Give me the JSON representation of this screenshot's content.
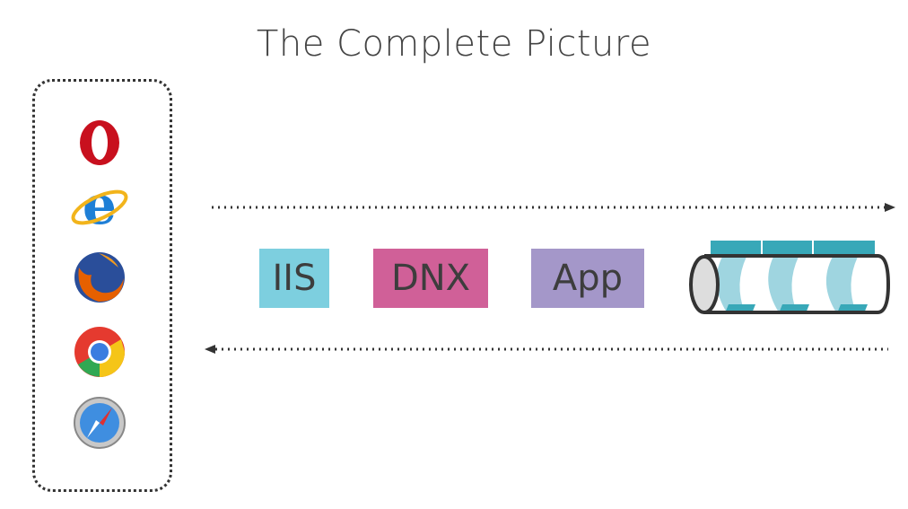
{
  "title": "The Complete Picture",
  "browsers": [
    {
      "name": "opera",
      "icon": "opera-icon"
    },
    {
      "name": "internet-explorer",
      "icon": "internet-explorer-icon"
    },
    {
      "name": "firefox",
      "icon": "firefox-icon"
    },
    {
      "name": "chrome",
      "icon": "chrome-icon"
    },
    {
      "name": "safari",
      "icon": "safari-icon"
    }
  ],
  "components": [
    {
      "label": "IIS",
      "color": "#7dcfdf"
    },
    {
      "label": "DNX",
      "color": "#d06098"
    },
    {
      "label": "App",
      "color": "#a497c9"
    }
  ],
  "colors": {
    "pipe_dark": "#38a8b8",
    "pipe_light": "#9fd5e0",
    "text": "#3d3d3d"
  }
}
